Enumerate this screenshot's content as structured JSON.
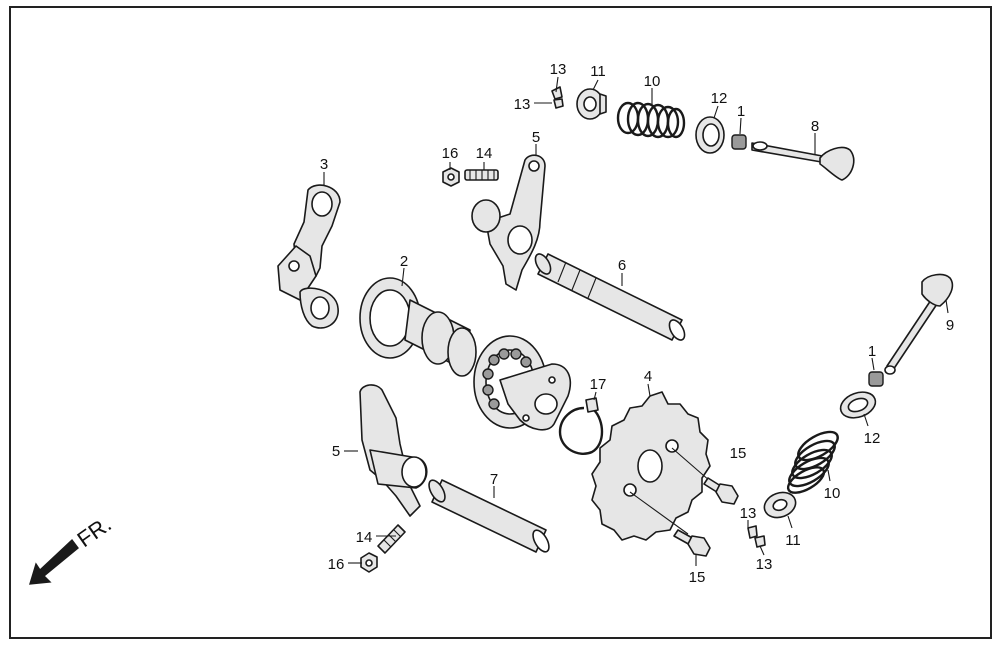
{
  "diagram": {
    "direction_label": "FR.",
    "callouts": [
      {
        "id": "c13a",
        "text": "13"
      },
      {
        "id": "c13b",
        "text": "13"
      },
      {
        "id": "c11a",
        "text": "11"
      },
      {
        "id": "c10a",
        "text": "10"
      },
      {
        "id": "c12a",
        "text": "12"
      },
      {
        "id": "c1a",
        "text": "1"
      },
      {
        "id": "c8",
        "text": "8"
      },
      {
        "id": "c16a",
        "text": "16"
      },
      {
        "id": "c14a",
        "text": "14"
      },
      {
        "id": "c5a",
        "text": "5"
      },
      {
        "id": "c3",
        "text": "3"
      },
      {
        "id": "c2",
        "text": "2"
      },
      {
        "id": "c6",
        "text": "6"
      },
      {
        "id": "c9",
        "text": "9"
      },
      {
        "id": "c1b",
        "text": "1"
      },
      {
        "id": "c17",
        "text": "17"
      },
      {
        "id": "c4",
        "text": "4"
      },
      {
        "id": "c12b",
        "text": "12"
      },
      {
        "id": "c15a",
        "text": "15"
      },
      {
        "id": "c5b",
        "text": "5"
      },
      {
        "id": "c7",
        "text": "7"
      },
      {
        "id": "c10b",
        "text": "10"
      },
      {
        "id": "c13c",
        "text": "13"
      },
      {
        "id": "c11b",
        "text": "11"
      },
      {
        "id": "c13d",
        "text": "13"
      },
      {
        "id": "c14b",
        "text": "14"
      },
      {
        "id": "c16b",
        "text": "16"
      },
      {
        "id": "c15b",
        "text": "15"
      }
    ]
  }
}
